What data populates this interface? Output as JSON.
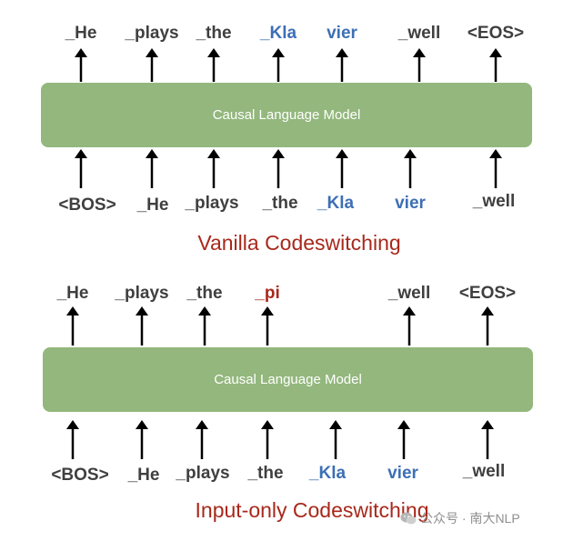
{
  "diagrams": [
    {
      "title": "Vanilla Codeswitching",
      "model_label": "Causal Language Model",
      "outputs": [
        {
          "text": "_He",
          "color": "gray"
        },
        {
          "text": "_plays",
          "color": "gray"
        },
        {
          "text": "_the",
          "color": "gray"
        },
        {
          "text": "_Kla",
          "color": "blue"
        },
        {
          "text": "vier",
          "color": "blue"
        },
        {
          "text": "_well",
          "color": "gray"
        },
        {
          "text": "<EOS>",
          "color": "gray"
        }
      ],
      "inputs": [
        {
          "text": "<BOS>",
          "color": "gray"
        },
        {
          "text": "_He",
          "color": "gray"
        },
        {
          "text": "_plays",
          "color": "gray"
        },
        {
          "text": "_the",
          "color": "gray"
        },
        {
          "text": "_Kla",
          "color": "blue"
        },
        {
          "text": "vier",
          "color": "blue"
        },
        {
          "text": "_well",
          "color": "gray"
        }
      ]
    },
    {
      "title": "Input-only Codeswitching",
      "model_label": "Causal Language Model",
      "outputs": [
        {
          "text": "_He",
          "color": "gray"
        },
        {
          "text": "_plays",
          "color": "gray"
        },
        {
          "text": "_the",
          "color": "gray"
        },
        {
          "text": "_pi",
          "color": "red"
        },
        {
          "text": "_well",
          "color": "gray"
        },
        {
          "text": "<EOS>",
          "color": "gray"
        }
      ],
      "inputs": [
        {
          "text": "<BOS>",
          "color": "gray"
        },
        {
          "text": "_He",
          "color": "gray"
        },
        {
          "text": "_plays",
          "color": "gray"
        },
        {
          "text": "_the",
          "color": "gray"
        },
        {
          "text": "_Kla",
          "color": "blue"
        },
        {
          "text": "vier",
          "color": "blue"
        },
        {
          "text": "_well",
          "color": "gray"
        }
      ]
    }
  ],
  "watermark": {
    "text": "公众号 · 南大NLP",
    "icon": "wechat-icon"
  },
  "colors": {
    "box": "#93b77d",
    "token_gray": "#3f3f3f",
    "token_blue": "#3d6fb5",
    "accent_red": "#a8281b"
  }
}
